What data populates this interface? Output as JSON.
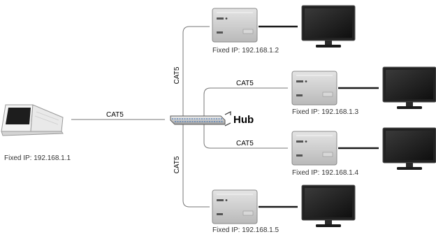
{
  "laptop": {
    "ip_label": "Fixed IP: 192.168.1.1",
    "link_label": "CAT5"
  },
  "hub": {
    "label": "Hub"
  },
  "devices": [
    {
      "ip_label": "Fixed IP: 192.168.1.2",
      "link_label": "CAT5"
    },
    {
      "ip_label": "Fixed IP: 192.168.1.3",
      "link_label": "CAT5"
    },
    {
      "ip_label": "Fixed IP: 192.168.1.4",
      "link_label": "CAT5"
    },
    {
      "ip_label": "Fixed IP: 192.168.1.5",
      "link_label": "CAT5"
    }
  ],
  "icons": {
    "laptop": "laptop-icon",
    "hub": "network-hub-icon",
    "receiver": "receiver-box-icon",
    "monitor": "monitor-icon"
  }
}
